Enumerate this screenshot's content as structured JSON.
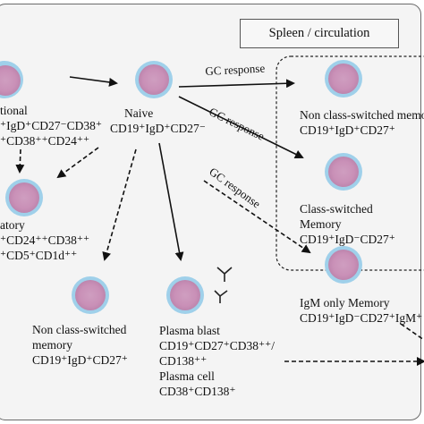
{
  "region_label": "Spleen / circulation",
  "gc_labels": [
    "GC response",
    "GC response",
    "GC response"
  ],
  "cells": {
    "transitional": {
      "lines": [
        "tional",
        "⁺IgD⁺CD27⁻CD38⁺",
        "⁺CD38⁺⁺CD24⁺⁺"
      ]
    },
    "naive": {
      "lines": [
        "Naive",
        "CD19⁺IgD⁺CD27⁻"
      ]
    },
    "regulatory": {
      "lines": [
        "atory",
        "⁺CD24⁺⁺CD38⁺⁺",
        "⁺CD5⁺CD1d⁺⁺"
      ]
    },
    "non_class_switched_memory_gc": {
      "lines": [
        "Non class-switched memo",
        "CD19⁺IgD⁺CD27⁺"
      ]
    },
    "class_switched_memory": {
      "lines": [
        "Class-switched",
        "Memory",
        "CD19⁺IgD⁻CD27⁺"
      ]
    },
    "igm_only_memory": {
      "lines": [
        "IgM only Memory",
        "CD19⁺IgD⁻CD27⁺IgM⁺"
      ]
    },
    "non_class_switched_memory": {
      "lines": [
        "Non class-switched",
        "memory",
        "CD19⁺IgD⁺CD27⁺"
      ]
    },
    "plasma": {
      "lines": [
        "Plasma blast",
        "CD19⁺CD27⁺CD38⁺⁺/",
        "CD138⁺⁺",
        "Plasma cell",
        "CD38⁺CD138⁺"
      ]
    }
  }
}
